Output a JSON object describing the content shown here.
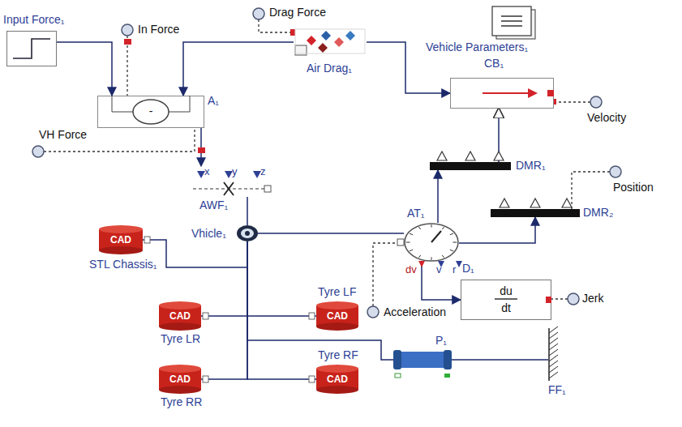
{
  "diagram": {
    "nodes": [
      {
        "text": [
          "Input Force₁"
        ]
      },
      {
        "text": [
          "-",
          "A₁"
        ]
      },
      {
        "text": [
          "Air Drag₁"
        ]
      },
      {
        "text": [
          "Vehicle Parameters₁",
          "CB₁"
        ]
      },
      {
        "text": [
          "DMR₁"
        ]
      },
      {
        "text": [
          "DMR₂"
        ]
      },
      {
        "text": [
          "AT₁",
          "dv",
          "v",
          "r"
        ]
      },
      {
        "text": [
          "D₁",
          "du",
          "dt"
        ]
      },
      {
        "text": [
          "x",
          "y",
          "z",
          "AWF₁"
        ]
      },
      {
        "text": [
          "Vhicle₁"
        ]
      },
      {
        "text": [
          "CAD",
          "STL Chassis₁"
        ]
      },
      {
        "text": [
          "CAD",
          "Tyre LF"
        ]
      },
      {
        "text": [
          "CAD",
          "Tyre LR"
        ]
      },
      {
        "text": [
          "CAD",
          "Tyre RF"
        ]
      },
      {
        "text": [
          "CAD",
          "Tyre RR"
        ]
      },
      {
        "text": [
          "P₁"
        ]
      },
      {
        "text": [
          "FF₁"
        ]
      },
      {
        "text": [
          "In Force"
        ]
      },
      {
        "text": [
          "Drag Force"
        ]
      },
      {
        "text": [
          "Velocity"
        ]
      },
      {
        "text": [
          "Position"
        ]
      },
      {
        "text": [
          "Jerk"
        ]
      },
      {
        "text": [
          "Acceleration"
        ]
      },
      {
        "text": [
          "VH Force"
        ]
      }
    ],
    "edges": [
      {
        "from": 0,
        "to": 1,
        "arrow": "to"
      },
      {
        "from": 2,
        "to": 1,
        "arrow": "to"
      },
      {
        "from": 2,
        "to": 3,
        "arrow": "to"
      },
      {
        "from": 4,
        "to": 3,
        "arrow": "to"
      },
      {
        "from": 6,
        "to": 4,
        "arrow": "to"
      },
      {
        "from": 6,
        "to": 5,
        "arrow": "to"
      },
      {
        "from": 6,
        "to": 7,
        "arrow": "to"
      },
      {
        "from": 1,
        "to": 8,
        "arrow": "to"
      },
      {
        "from": 9,
        "to": 8,
        "arrow": "none"
      },
      {
        "from": 9,
        "to": 6,
        "arrow": "none"
      },
      {
        "from": 10,
        "to": 9,
        "arrow": "none"
      },
      {
        "from": 11,
        "to": 9,
        "arrow": "none"
      },
      {
        "from": 12,
        "to": 9,
        "arrow": "none"
      },
      {
        "from": 13,
        "to": 9,
        "arrow": "none"
      },
      {
        "from": 14,
        "to": 9,
        "arrow": "none"
      },
      {
        "from": 15,
        "to": 9,
        "arrow": "none"
      },
      {
        "from": 15,
        "to": 16,
        "arrow": "none"
      },
      {
        "from": 17,
        "to": 1,
        "arrow": "none"
      },
      {
        "from": 18,
        "to": 2,
        "arrow": "none"
      },
      {
        "from": 19,
        "to": 3,
        "arrow": "none"
      },
      {
        "from": 20,
        "to": 5,
        "arrow": "none"
      },
      {
        "from": 21,
        "to": 7,
        "arrow": "none"
      },
      {
        "from": 22,
        "to": 6,
        "arrow": "none"
      },
      {
        "from": 23,
        "to": 1,
        "arrow": "none"
      }
    ]
  }
}
